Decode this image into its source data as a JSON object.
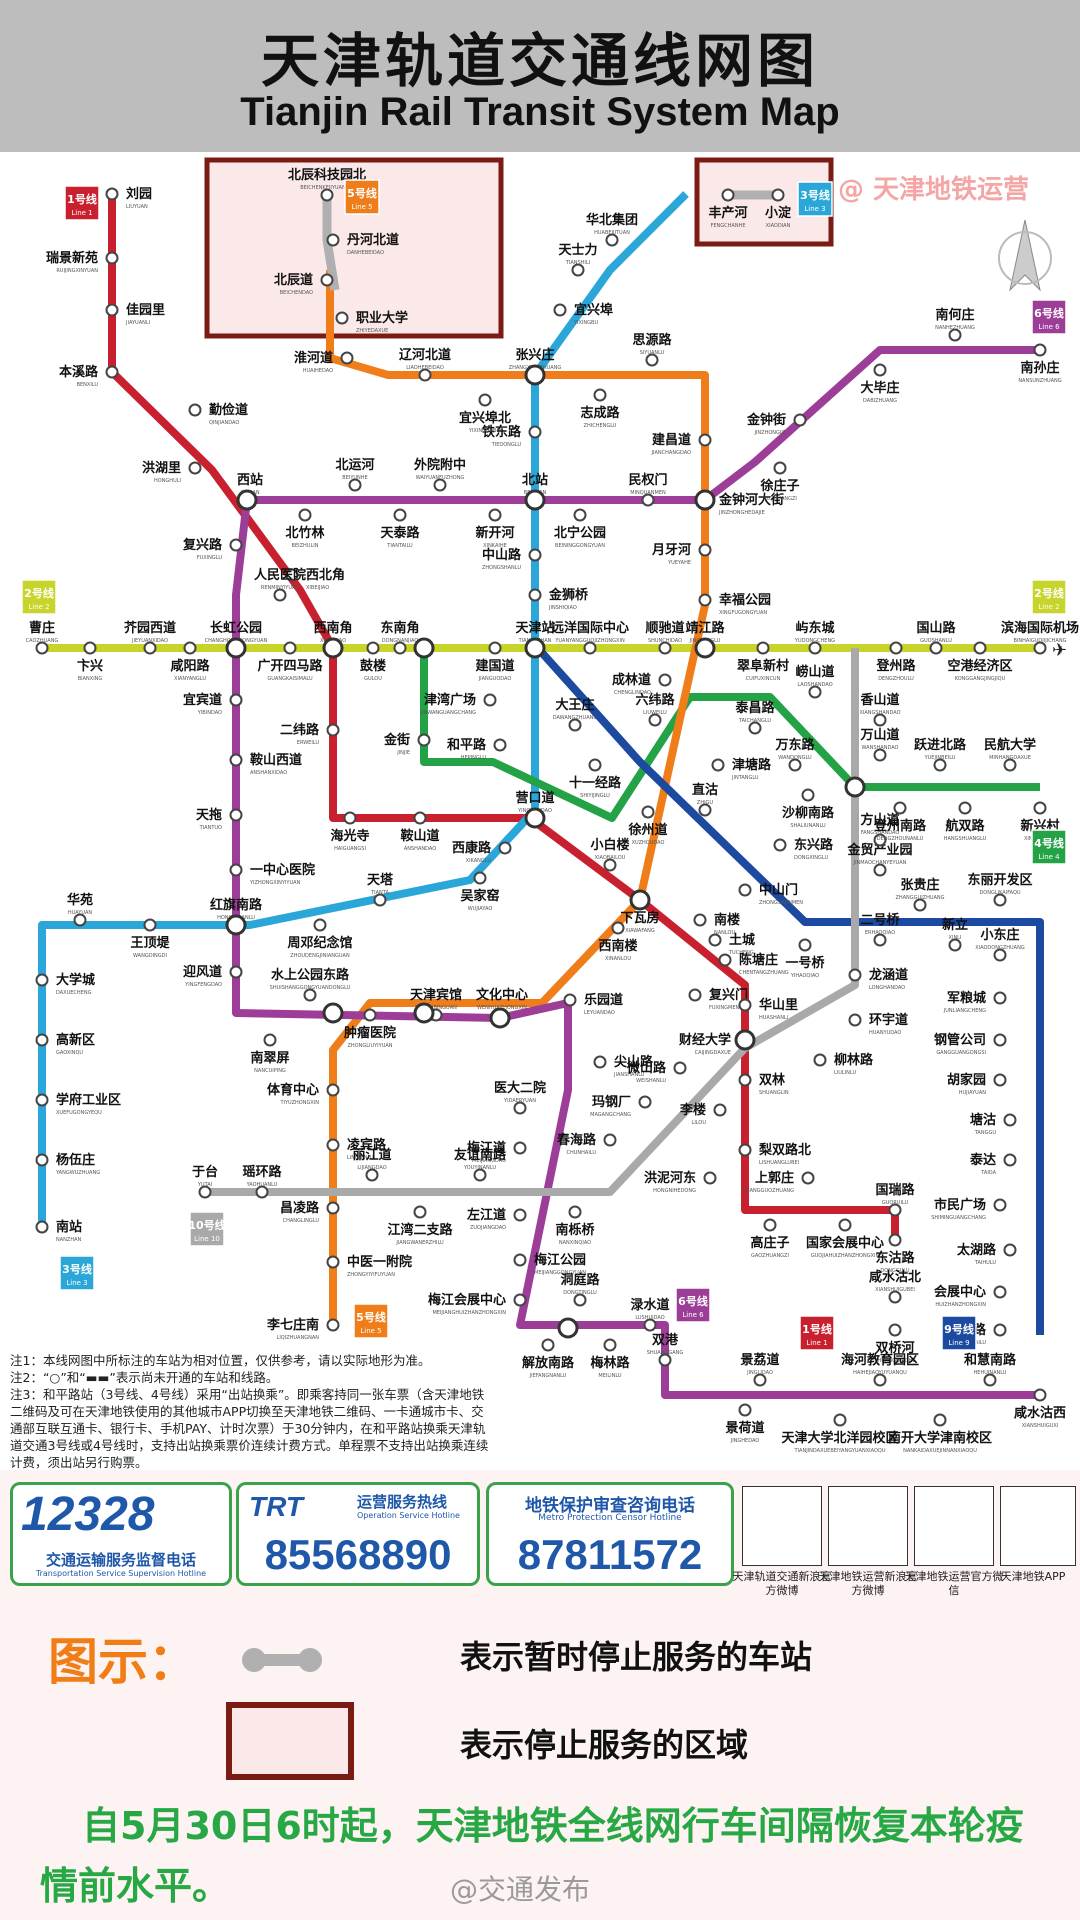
{
  "title": {
    "zh": "天津轨道交通线网图",
    "en": "Tianjin Rail Transit System Map"
  },
  "watermark": "@ 天津地铁运营",
  "colors": {
    "line1": "#c8202e",
    "line2": "#c7d42a",
    "line3": "#2aa7d8",
    "line4": "#23a246",
    "line5": "#ef7d1a",
    "line6": "#9c3d97",
    "line9": "#1c4aa0",
    "line10": "#a9a9a9",
    "closed_area": "#7a1c14"
  },
  "line_badges": [
    {
      "id": "1",
      "zh": "1号线",
      "en": "Line 1",
      "color": "#c8202e"
    },
    {
      "id": "2",
      "zh": "2号线",
      "en": "Line 2",
      "color": "#c7d42a"
    },
    {
      "id": "3",
      "zh": "3号线",
      "en": "Line 3",
      "color": "#2aa7d8"
    },
    {
      "id": "4",
      "zh": "4号线",
      "en": "Line 4",
      "color": "#23a246"
    },
    {
      "id": "5",
      "zh": "5号线",
      "en": "Line 5",
      "color": "#ef7d1a"
    },
    {
      "id": "6",
      "zh": "6号线",
      "en": "Line 6",
      "color": "#9c3d97"
    },
    {
      "id": "9",
      "zh": "9号线",
      "en": "Line 9",
      "color": "#1c4aa0"
    },
    {
      "id": "10",
      "zh": "10号线",
      "en": "Line 10",
      "color": "#a9a9a9"
    }
  ],
  "stations": [
    {
      "id": "liuyuan",
      "zh": "刘园",
      "en": "LIUYUAN"
    },
    {
      "id": "ruijing",
      "zh": "瑞景新苑",
      "en": "RUIJINGXINYUAN"
    },
    {
      "id": "jiayuanli",
      "zh": "佳园里",
      "en": "JIAYUANLI"
    },
    {
      "id": "benxilu",
      "zh": "本溪路",
      "en": "BENXILU"
    },
    {
      "id": "qinjiandao",
      "zh": "勤俭道",
      "en": "QINJIANDAO"
    },
    {
      "id": "hongshanli",
      "zh": "洪湖里",
      "en": "HONGHULI"
    },
    {
      "id": "xizhan",
      "zh": "西站",
      "en": "XIZHAN"
    },
    {
      "id": "xibeijiao",
      "zh": "西北角",
      "en": "XIBEIJIAO"
    },
    {
      "id": "ximennan",
      "zh": "西南角",
      "en": "XINANJIAO"
    },
    {
      "id": "erweilu",
      "zh": "二纬路",
      "en": "ERWEILU"
    },
    {
      "id": "haiguangsi",
      "zh": "海光寺",
      "en": "HAIGUANGSI"
    },
    {
      "id": "anshandao",
      "zh": "鞍山道",
      "en": "ANSHANDAO"
    },
    {
      "id": "yingkoudao",
      "zh": "营口道",
      "en": "YINGKOUDAO"
    },
    {
      "id": "xiaobailou",
      "zh": "小白楼",
      "en": "XIAOBAILOU"
    },
    {
      "id": "xiawafang",
      "zh": "下瓦房",
      "en": "XIAWAFANG"
    },
    {
      "id": "nanlou",
      "zh": "南楼",
      "en": "NANLOU"
    },
    {
      "id": "tucheng",
      "zh": "土城",
      "en": "TUCHENG"
    },
    {
      "id": "chentangzhuang",
      "zh": "陈塘庄",
      "en": "CHENTANGZHUANG"
    },
    {
      "id": "fuxingmen",
      "zh": "复兴门",
      "en": "FUXINGMEN"
    },
    {
      "id": "huashanli",
      "zh": "华山里",
      "en": "HUASHANLI"
    },
    {
      "id": "caijingdaxue",
      "zh": "财经大学",
      "en": "CAIJINGDAXUE"
    },
    {
      "id": "shuanglin",
      "zh": "双林",
      "en": "SHUANGLIN"
    },
    {
      "id": "lixiang",
      "zh": "李楼",
      "en": "LILOU"
    },
    {
      "id": "shuangqiaohe",
      "zh": "双桥河",
      "en": "SHUANGQIAOHE"
    },
    {
      "id": "gaozhuangzi",
      "zh": "高庄子",
      "en": "GAOZHUANGZI"
    },
    {
      "id": "guojiahuizhan",
      "zh": "国家会展中心",
      "en": "GUOJIAHUIZHANZHONGXIN"
    },
    {
      "id": "dongguanlu",
      "zh": "东沽路",
      "en": "DONGGULU"
    },
    {
      "id": "guoruilu",
      "zh": "国瑞路",
      "en": "GUORUILU"
    },
    {
      "id": "xianshuiguli",
      "zh": "咸水沽北",
      "en": "XIANSHUIGUBEI"
    },
    {
      "id": "shangguozhuang",
      "zh": "上郭庄",
      "en": "SHANGGUOZHUANG"
    },
    {
      "id": "lihuayuan",
      "zh": "梨双路北",
      "en": "LISHUANGLUBEI"
    },
    {
      "id": "caozhuang",
      "zh": "曹庄",
      "en": "CAOZHUANG"
    },
    {
      "id": "bianxing",
      "zh": "卞兴",
      "en": "BIANXING"
    },
    {
      "id": "jieyuanxidao",
      "zh": "芥园西道",
      "en": "JIEYUANXIDAO"
    },
    {
      "id": "xianyanglu",
      "zh": "咸阳路",
      "en": "XIANYANGLU"
    },
    {
      "id": "changhonggongyuan",
      "zh": "长虹公园",
      "en": "CHANGHONGGONGYUAN"
    },
    {
      "id": "guangkaisimalu",
      "zh": "广开四马路",
      "en": "GUANGKAISIMALU"
    },
    {
      "id": "gulou",
      "zh": "鼓楼",
      "en": "GULOU"
    },
    {
      "id": "dongnanjiao",
      "zh": "东南角",
      "en": "DONGNANJIAO"
    },
    {
      "id": "jianguodao",
      "zh": "建国道",
      "en": "JIANGUODAO"
    },
    {
      "id": "tianjinzhan",
      "zh": "天津站",
      "en": "TIANJINZHAN"
    },
    {
      "id": "yuandongzhongxin",
      "zh": "远洋国际中心",
      "en": "YUANYANGGUOJIZHONGXIN"
    },
    {
      "id": "shunchidao",
      "zh": "顺驰道",
      "en": "SHUNCHIDAO"
    },
    {
      "id": "jingjianglu",
      "zh": "靖江路",
      "en": "JINGJIANGLU"
    },
    {
      "id": "cuifuxincun",
      "zh": "翠阜新村",
      "en": "CUIFUXINCUN"
    },
    {
      "id": "yudongcheng",
      "zh": "屿东城",
      "en": "YUDONGCHENG"
    },
    {
      "id": "dengzhoulu",
      "zh": "登州路",
      "en": "DENGZHOULU"
    },
    {
      "id": "guoshanlu",
      "zh": "国山路",
      "en": "GUOSHANLU"
    },
    {
      "id": "konggangjingjiqu",
      "zh": "空港经济区",
      "en": "KONGGANGJINGJIQU"
    },
    {
      "id": "binhaiairport",
      "zh": "滨海国际机场",
      "en": "BINHAIGUOJIJICHANG"
    },
    {
      "id": "huabeijituan",
      "zh": "华北集团",
      "en": "HUABEIJITUAN"
    },
    {
      "id": "tianshili",
      "zh": "天士力",
      "en": "TIANSHILI"
    },
    {
      "id": "yixingbu",
      "zh": "宜兴埠",
      "en": "YIXINGBU"
    },
    {
      "id": "zhangxingzhuang",
      "zh": "张兴庄",
      "en": "ZHANGXINGZHUANG"
    },
    {
      "id": "tiedonglu",
      "zh": "铁东路",
      "en": "TIEDONGLU"
    },
    {
      "id": "beizhan",
      "zh": "北站",
      "en": "BEIZHAN"
    },
    {
      "id": "zhongshanlu",
      "zh": "中山路",
      "en": "ZHONGSHANLU"
    },
    {
      "id": "jinshiqiao",
      "zh": "金狮桥",
      "en": "JINSHIQIAO"
    },
    {
      "id": "hepinglu",
      "zh": "和平路",
      "en": "HEPINGLU"
    },
    {
      "id": "jinjiaguangchang",
      "zh": "津湾广场",
      "en": "JINWANGUANGCHANG"
    },
    {
      "id": "xikanglu",
      "zh": "西康路",
      "en": "XIKANGLU"
    },
    {
      "id": "wujiayao",
      "zh": "吴家窑",
      "en": "WUJIAYAO"
    },
    {
      "id": "tianta",
      "zh": "天塔",
      "en": "TIANTA"
    },
    {
      "id": "zhoudengjinianguan",
      "zh": "周邓纪念馆",
      "en": "ZHOUDENGJINIANGUAN"
    },
    {
      "id": "hongqinanlu",
      "zh": "红旗南路",
      "en": "HONGQINANLU"
    },
    {
      "id": "wangdingdi",
      "zh": "王顶堤",
      "en": "WANGDINGDI"
    },
    {
      "id": "huayuan",
      "zh": "华苑",
      "en": "HUAYUAN"
    },
    {
      "id": "daxuecheng",
      "zh": "大学城",
      "en": "DAXUECHENG"
    },
    {
      "id": "gaoxinqu",
      "zh": "高新区",
      "en": "GAOXINQU"
    },
    {
      "id": "xuefugongyequ",
      "zh": "学府工业区",
      "en": "XUEFUGONGYEQU"
    },
    {
      "id": "yangwuzhuang",
      "zh": "杨伍庄",
      "en": "YANGWUZHUANG"
    },
    {
      "id": "nanzhan",
      "zh": "南站",
      "en": "NANZHAN"
    },
    {
      "id": "fengchanhe",
      "zh": "丰产河",
      "en": "FENGCHANHE"
    },
    {
      "id": "xiaodian",
      "zh": "小淀",
      "en": "XIAODIAN"
    },
    {
      "id": "beichenkejiyuan",
      "zh": "北辰科技园北",
      "en": "BEICHENKEJIYUANBEI"
    },
    {
      "id": "danhebeidao",
      "zh": "丹河北道",
      "en": "DANHEBEIDAO"
    },
    {
      "id": "beichendao",
      "zh": "北辰道",
      "en": "BEICHENDAO"
    },
    {
      "id": "zhiyedaxue",
      "zh": "职业大学",
      "en": "ZHIYEDAXUE"
    },
    {
      "id": "huaihedao",
      "zh": "淮河道",
      "en": "HUAIHEDAO"
    },
    {
      "id": "liaohebeidao",
      "zh": "辽河北道",
      "en": "LIAOHEBEIDAO"
    },
    {
      "id": "yixingbubei",
      "zh": "宜兴埠北",
      "en": "YIXINGBUBEI"
    },
    {
      "id": "zhichenglu",
      "zh": "志成路",
      "en": "ZHICHENGLU"
    },
    {
      "id": "siyuanlu",
      "zh": "思源路",
      "en": "SIYUANLU"
    },
    {
      "id": "jianchangdao",
      "zh": "建昌道",
      "en": "JIANCHANGDAO"
    },
    {
      "id": "jinzhonghedajie",
      "zh": "金钟河大街",
      "en": "JINZHONGHEDAJIE"
    },
    {
      "id": "yueyahe",
      "zh": "月牙河",
      "en": "YUEYAHE"
    },
    {
      "id": "xingfugongyuan",
      "zh": "幸福公园",
      "en": "XINGFUGONGYUAN"
    },
    {
      "id": "chenglindao",
      "zh": "成林道",
      "en": "CHENGLINDAO"
    },
    {
      "id": "jintanglu",
      "zh": "津塘路",
      "en": "JINTANGLU"
    },
    {
      "id": "zhigu",
      "zh": "直沽",
      "en": "ZHIGU"
    },
    {
      "id": "xigudao",
      "zh": "西南楼",
      "en": "XINANLOU"
    },
    {
      "id": "wenhuazhongxin",
      "zh": "文化中心",
      "en": "WENHUAZHONGXIN"
    },
    {
      "id": "tianjinbinguan",
      "zh": "天津宾馆",
      "en": "TIANJINBINGUAN"
    },
    {
      "id": "zhongliuyiyuan",
      "zh": "肿瘤医院",
      "en": "ZHONGLIUYIYUAN"
    },
    {
      "id": "tiyuzhongxin",
      "zh": "体育中心",
      "en": "TIYUZHONGXIN"
    },
    {
      "id": "lingbinlu",
      "zh": "凌宾路",
      "en": "LINGBINLU"
    },
    {
      "id": "changlinglu",
      "zh": "昌凌路",
      "en": "CHANGLINGLU"
    },
    {
      "id": "zhongyifuyuan",
      "zh": "中医一附院",
      "en": "ZHONGYIYIFUYUAN"
    },
    {
      "id": "liqizhuangnan",
      "zh": "李七庄南",
      "en": "LIQIZHUANGNAN"
    },
    {
      "id": "nanhexiao",
      "zh": "南何庄",
      "en": "NANHEZHUANG"
    },
    {
      "id": "nansunzhuang",
      "zh": "南孙庄",
      "en": "NANSUNZHUANG"
    },
    {
      "id": "dabizhuang",
      "zh": "大毕庄",
      "en": "DABIZHUANG"
    },
    {
      "id": "jinzhongjie",
      "zh": "金钟街",
      "en": "JINZHONGJIE"
    },
    {
      "id": "xuzhuangzi",
      "zh": "徐庄子",
      "en": "XUZHUANGZI"
    },
    {
      "id": "minquanmen",
      "zh": "民权门",
      "en": "MINQUANMEN"
    },
    {
      "id": "beininggongyuan",
      "zh": "北宁公园",
      "en": "BEININGGONGYUAN"
    },
    {
      "id": "xinkaihe",
      "zh": "新开河",
      "en": "XINKAIHE"
    },
    {
      "id": "tiantailu",
      "zh": "天泰路",
      "en": "TIANTAILU"
    },
    {
      "id": "beizhulin",
      "zh": "北竹林",
      "en": "BEIZHULIN"
    },
    {
      "id": "beiyunhe",
      "zh": "北运河",
      "en": "BEIYUNHE"
    },
    {
      "id": "waihuanfuzhong",
      "zh": "外院附中",
      "en": "WAIYUANFUZHONG"
    },
    {
      "id": "fuxinglu",
      "zh": "复兴路",
      "en": "FUXINGLU"
    },
    {
      "id": "renminyiyuan",
      "zh": "人民医院",
      "en": "RENMINYIYUAN"
    },
    {
      "id": "yibindao",
      "zh": "宜宾道",
      "en": "YIBINDAO"
    },
    {
      "id": "anshanxidao",
      "zh": "鞍山西道",
      "en": "ANSHANXIDAO"
    },
    {
      "id": "tiantuo",
      "zh": "天拖",
      "en": "TIANTUO"
    },
    {
      "id": "yizhongxinyiyuan",
      "zh": "一中心医院",
      "en": "YIZHONGXINYIYUAN"
    },
    {
      "id": "yingfengdao",
      "zh": "迎风道",
      "en": "YINGFENGDAO"
    },
    {
      "id": "shuishanggongyuan",
      "zh": "水上公园东路",
      "en": "SHUISHANGGONGYUANDONGLU"
    },
    {
      "id": "nancuiping",
      "zh": "南翠屏",
      "en": "NANCUIPING"
    },
    {
      "id": "meijiangdao",
      "zh": "梅江道",
      "en": "MEIJIANGDAO"
    },
    {
      "id": "zuojiangdao",
      "zh": "左江道",
      "en": "ZUOJIANGDAO"
    },
    {
      "id": "meijianggongyuan",
      "zh": "梅江公园",
      "en": "MEIJIANGGONGYUAN"
    },
    {
      "id": "meijianghuizhan",
      "zh": "梅江会展中心",
      "en": "MEIJIANGHUIZHANZHONGXIN"
    },
    {
      "id": "jiefangnanlu",
      "zh": "解放南路",
      "en": "JIEFANGNANLU"
    },
    {
      "id": "meilinlu",
      "zh": "梅林路",
      "en": "MEILINLU"
    },
    {
      "id": "donghailu",
      "zh": "洞庭路",
      "en": "DONGTINGLU"
    },
    {
      "id": "lushuidao",
      "zh": "渌水道",
      "en": "LUSHUIDAO"
    },
    {
      "id": "yidaeryuan",
      "zh": "医大二院",
      "en": "YIDAERYUAN"
    },
    {
      "id": "jianshanlu",
      "zh": "尖山路",
      "en": "JIANSHANLU"
    },
    {
      "id": "leyuandao",
      "zh": "乐园道",
      "en": "LEYUANDAO"
    },
    {
      "id": "shuanggang",
      "zh": "双港",
      "en": "SHUANGGANG"
    },
    {
      "id": "jingheidao",
      "zh": "景荔道",
      "en": "JINGLIDAO"
    },
    {
      "id": "haihejiaoyuyuanqu",
      "zh": "海河教育园区",
      "en": "HAIHEJIAOYUYUANQU"
    },
    {
      "id": "hehuinanlu",
      "zh": "和慧南路",
      "en": "HEHUINANLU"
    },
    {
      "id": "jinghedao",
      "zh": "景荷道",
      "en": "JINGHEDAO"
    },
    {
      "id": "tianjindaxue",
      "zh": "天津大学北洋园校区",
      "en": "TIANJINDAXUEBEIYANGYUANXIAOQU"
    },
    {
      "id": "nankaidaxue",
      "zh": "南开大学津南校区",
      "en": "NANKAIDAXUEJINNANXIAOQU"
    },
    {
      "id": "xianshuiguxi",
      "zh": "咸水沽西",
      "en": "XIANSHUIGUXI"
    },
    {
      "id": "yuetai",
      "zh": "于台",
      "en": "YUTAI"
    },
    {
      "id": "yaohuanlu",
      "zh": "瑶环路",
      "en": "YAOHUANLU"
    },
    {
      "id": "lijiangdao",
      "zh": "丽江道",
      "en": "LIJIANGDAO"
    },
    {
      "id": "youyinanlu",
      "zh": "友谊南路",
      "en": "YOUYINANLU"
    },
    {
      "id": "jiangwanerzhilu",
      "zh": "江湾二支路",
      "en": "JIANGWANERZHILU"
    },
    {
      "id": "nanxinqiao",
      "zh": "南栎桥",
      "en": "NANXINQIAO"
    },
    {
      "id": "chunhailu",
      "zh": "春海路",
      "en": "CHUNHAILU"
    },
    {
      "id": "magangchang",
      "zh": "玛钢厂",
      "en": "MAGANGCHANG"
    },
    {
      "id": "weishanlu",
      "zh": "微山路",
      "en": "WEISHANLU"
    },
    {
      "id": "hongnihe",
      "zh": "洪泥河东",
      "en": "HONGNIHEDONG"
    },
    {
      "id": "liuliuhe",
      "zh": "柳林路",
      "en": "LIULINLU"
    },
    {
      "id": "huanyudao",
      "zh": "环宇道",
      "en": "HUANYUDAO"
    },
    {
      "id": "longjiangdao",
      "zh": "龙涵道",
      "en": "LONGHANDAO"
    },
    {
      "id": "erhaoqiao",
      "zh": "二号桥",
      "en": "ERHAOQIAO"
    },
    {
      "id": "yihaoqiao",
      "zh": "一号桥",
      "en": "YIHAOQIAO"
    },
    {
      "id": "zhongshanmen",
      "zh": "中山门",
      "en": "ZHONGSHANMEN"
    },
    {
      "id": "dongxinglu",
      "zh": "东兴路",
      "en": "DONGXINGLU"
    },
    {
      "id": "xiaodongzhuang",
      "zh": "小东庄",
      "en": "XIAODONGZHUANG"
    },
    {
      "id": "zhangguizhuang",
      "zh": "张贵庄",
      "en": "ZHANGGUIZHUANG"
    },
    {
      "id": "xinli",
      "zh": "新立",
      "en": "XINLI"
    },
    {
      "id": "donglikaifaqu",
      "zh": "东丽开发区",
      "en": "DONGLIKAIFAQU"
    },
    {
      "id": "junliangcheng",
      "zh": "军粮城",
      "en": "JUNLIANGCHENG"
    },
    {
      "id": "gangguangongsi",
      "zh": "钢管公司",
      "en": "GANGGUANGONGSI"
    },
    {
      "id": "hujiayuan",
      "zh": "胡家园",
      "en": "HUJIAYUAN"
    },
    {
      "id": "tanggu",
      "zh": "塘沽",
      "en": "TANGGU"
    },
    {
      "id": "taida",
      "zh": "泰达",
      "en": "TAIDA"
    },
    {
      "id": "shimin",
      "zh": "市民广场",
      "en": "SHIMINGUANGCHANG"
    },
    {
      "id": "taihulu",
      "zh": "太湖路",
      "en": "TAIHULU"
    },
    {
      "id": "huizhanzhongxin",
      "zh": "会展中心",
      "en": "HUIZHANZHONGXIN"
    },
    {
      "id": "donghailu2",
      "zh": "东海路",
      "en": "DONGHAILU"
    },
    {
      "id": "jinguanchanye",
      "zh": "金贸产业园",
      "en": "JINMAOCHANYEYUAN"
    },
    {
      "id": "fangshandao",
      "zh": "方山道",
      "en": "FANGSHANDAO"
    },
    {
      "id": "dengzhounanlu",
      "zh": "登州南路",
      "en": "DENGZHOUNANLU"
    },
    {
      "id": "hangshuanglu",
      "zh": "航双路",
      "en": "HANGSHUANGLU"
    },
    {
      "id": "xinxingcun",
      "zh": "新兴村",
      "en": "XINXINGCUN"
    },
    {
      "id": "minhangdaxue",
      "zh": "民航大学",
      "en": "MINHANGDAXUE"
    },
    {
      "id": "yuejinbeilu",
      "zh": "跃进北路",
      "en": "YUEJINBEILU"
    },
    {
      "id": "wanshandao",
      "zh": "万山道",
      "en": "WANSHANDAO"
    },
    {
      "id": "xiangshandao",
      "zh": "香山道",
      "en": "XIANGSHANDAO"
    },
    {
      "id": "xiaoshandao",
      "zh": "崂山道",
      "en": "LAOSHANDAO"
    },
    {
      "id": "shalinnanlu",
      "zh": "沙柳南路",
      "en": "SHALIUNANLU"
    },
    {
      "id": "wandonglu",
      "zh": "万东路",
      "en": "WANDONGLU"
    },
    {
      "id": "taichanglu",
      "zh": "泰昌路",
      "en": "TAICHANGLU"
    },
    {
      "id": "liuweilu",
      "zh": "六纬路",
      "en": "LIUWEILU"
    },
    {
      "id": "dawangzhuang",
      "zh": "大王庄",
      "en": "DAWANGZHUANG"
    },
    {
      "id": "shiyijinglu",
      "zh": "十一经路",
      "en": "SHIYIJINGLU"
    },
    {
      "id": "xuzhoudao",
      "zh": "徐州道",
      "en": "XUZHOUDAO"
    },
    {
      "id": "jinjie",
      "zh": "金街",
      "en": "JINJIE"
    }
  ],
  "closed_labels": [
    "丰产河",
    "小淀"
  ],
  "notes": [
    "注1：本线网图中所标注的车站为相对位置，仅供参考，请以实际地形为准。",
    "注2：“○”和“▬▬”表示尚未开通的车站和线路。",
    "注3：和平路站（3号线、4号线）采用“出站换乘”。即乘客持同一张车票（含天津地铁二维码及可在天津地铁使用的其他城市APP切换至天津地铁二维码、一卡通城市卡、交通部互联互通卡、银行卡、手机PAY、计时次票）于30分钟内，在和平路站换乘天津轨道交通3号线或4号线时，支持出站换乘票价连续计费方式。单程票不支持出站换乘连续计费，须出站另行购票。"
  ],
  "hotlines": [
    {
      "number_logo": "12328",
      "label_zh": "交通运输服务监督电话",
      "label_en": "Transportation Service Supervision Hotline"
    },
    {
      "brand": "TRT",
      "label_zh": "运营服务热线",
      "label_en": "Operation Service Hotline",
      "number": "85568890"
    },
    {
      "label_zh": "地铁保护审查咨询电话",
      "label_en": "Metro Protection Censor Hotline",
      "number": "87811572"
    }
  ],
  "qr_codes": [
    {
      "label": "天津轨道交通新浪官方微博"
    },
    {
      "label": "天津地铁运营新浪官方微博"
    },
    {
      "label": "天津地铁运营官方微信"
    },
    {
      "label": "天津地铁APP"
    }
  ],
  "legend": {
    "title": "图示：",
    "stop_text": "表示暂时停止服务的车站",
    "area_text": "表示停止服务的区域"
  },
  "notice": "自5月30日6时起，天津地铁全线网行车间隔恢复本轮疫情前水平。",
  "weibo": "@交通发布"
}
